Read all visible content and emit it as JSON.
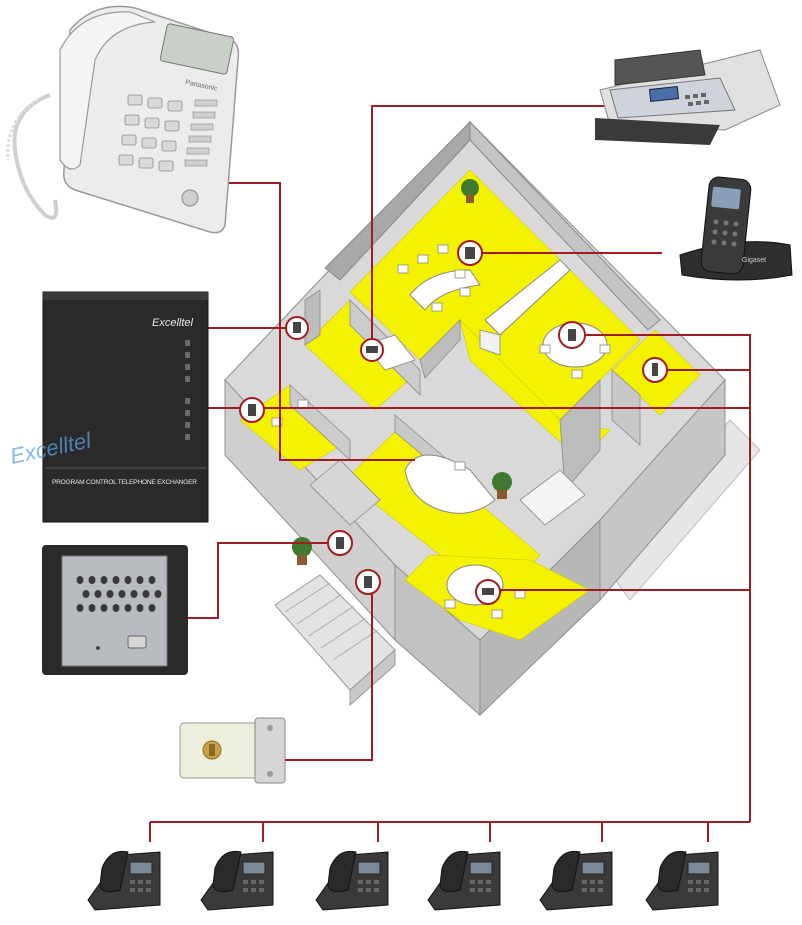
{
  "diagram": {
    "pbx_brand": "Excelltel",
    "pbx_label": "PROGRAM CONTROL TELEPHONE EXCHANGER",
    "watermark_brand": "Excelltel",
    "desk_phone_brand": "Panasonic",
    "cordless_brand": "Gigaset",
    "colors": {
      "wire": "#a01c22",
      "floor": "#f5f200",
      "wall": "#b9b9b9",
      "wall_dark": "#9a9a9a",
      "pbx": "#2a2a2a",
      "phone_dark": "#3a3a3a"
    },
    "devices": [
      "desk-phone-icon",
      "pbx-exchange-icon",
      "door-intercom-icon",
      "electric-lock-icon",
      "fax-machine-icon",
      "cordless-phone-icon",
      "extension-phone-icon"
    ],
    "extension_phone_count": 6
  }
}
